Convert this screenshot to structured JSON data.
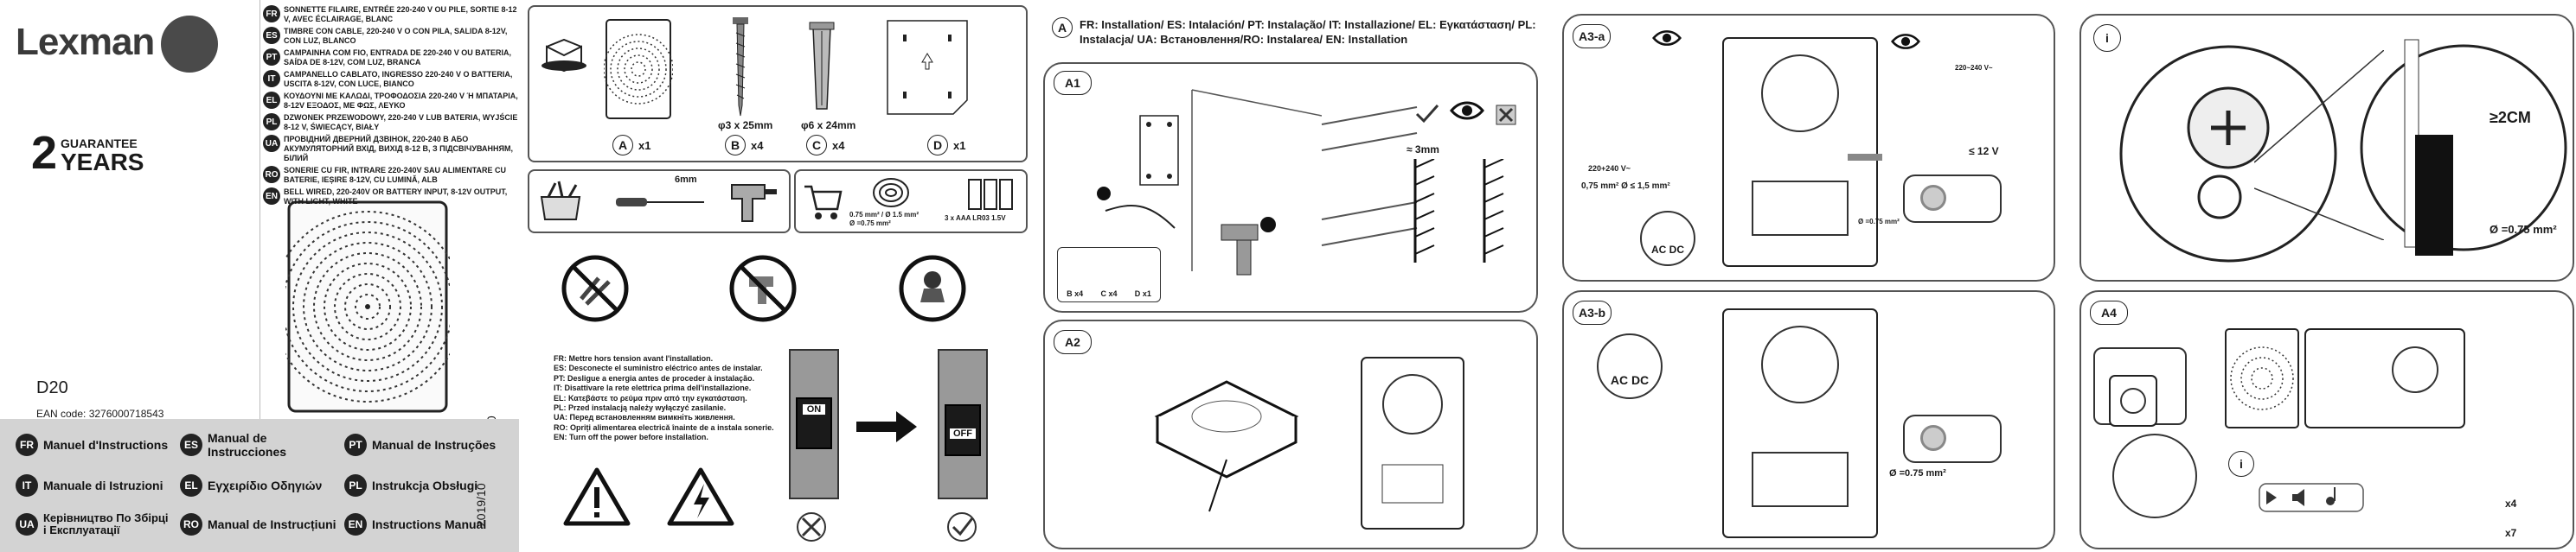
{
  "brand": {
    "logo": "Lexman",
    "guarantee_big": "2",
    "guarantee_word": "GUARANTEE",
    "guarantee_years": "YEARS",
    "tm": "™"
  },
  "product": {
    "model": "D20",
    "ean": "EAN code: 3276000718543",
    "date": "2019/10"
  },
  "descriptions": [
    {
      "code": "FR",
      "text": "SONNETTE FILAIRE, ENTRÉE 220-240 V OU PILE, SORTIE 8-12 V, AVEC ÉCLAIRAGE, BLANC"
    },
    {
      "code": "ES",
      "text": "TIMBRE CON CABLE, 220-240 V O CON PILA, SALIDA 8-12V, CON LUZ, BLANCO"
    },
    {
      "code": "PT",
      "text": "CAMPAINHA COM FIO, ENTRADA DE 220-240 V OU BATERIA, SAÍDA DE 8-12V, COM LUZ, BRANCA"
    },
    {
      "code": "IT",
      "text": "CAMPANELLO CABLATO, INGRESSO 220-240 V O BATTERIA, USCITA 8-12V, CON LUCE, BIANCO"
    },
    {
      "code": "EL",
      "text": "ΚΟΥΔΟΥΝΙ ΜΕ ΚΑΛΩΔΙ, ΤΡΟΦΟΔΟΣΙΑ 220-240 V Ή ΜΠΑΤΑΡΙΑ, 8-12V ΕΞΟΔΟΣ, ΜΕ ΦΩΣ, ΛΕΥΚΟ"
    },
    {
      "code": "PL",
      "text": "DZWONEK PRZEWODOWY, 220-240 V LUB BATERIA, WYJŚCIE 8-12 V, ŚWIECĄCY, BIAŁY"
    },
    {
      "code": "UA",
      "text": "ПРОВІДНИЙ ДВЕРНИЙ ДЗВІНОК, 220-240 В АБО АКУМУЛЯТОРНИЙ ВХІД, ВИХІД 8-12 В, З ПІДСВІЧУВАННЯМ, БІЛИЙ"
    },
    {
      "code": "RO",
      "text": "SONERIE CU FIR, INTRARE 220-240V SAU ALIMENTARE CU BATERIE, IEȘIRE 8-12V, CU LUMINĂ, ALB"
    },
    {
      "code": "EN",
      "text": "BELL WIRED, 220-240V OR BATTERY INPUT, 8-12V OUTPUT, WITH LIGHT, WHITE"
    }
  ],
  "manuals": [
    {
      "code": "FR",
      "label": "Manuel d'Instructions"
    },
    {
      "code": "ES",
      "label": "Manual de Instrucciones"
    },
    {
      "code": "PT",
      "label": "Manual de Instruções"
    },
    {
      "code": "IT",
      "label": "Manuale di Istruzioni"
    },
    {
      "code": "EL",
      "label": "Εγχειρίδιο Οδηγιών"
    },
    {
      "code": "PL",
      "label": "Instrukcja Obsługi"
    },
    {
      "code": "UA",
      "label": "Керівництво По Збірці і Експлуатації"
    },
    {
      "code": "RO",
      "label": "Manual de Instrucțiuni"
    },
    {
      "code": "EN",
      "label": "Instructions Manual"
    }
  ],
  "parts": [
    {
      "letter": "A",
      "qty": "x1"
    },
    {
      "letter": "B",
      "qty": "x4"
    },
    {
      "letter": "C",
      "qty": "x4"
    },
    {
      "letter": "D",
      "qty": "x1"
    }
  ],
  "part_dims": {
    "screw": "φ3 x 25mm",
    "plug": "φ6 x 24mm"
  },
  "tools": {
    "drill_bit": "6mm"
  },
  "extras": {
    "wire_spec1": "0.75 mm² / Ø 1.5 mm²",
    "wire_spec2": "Ø =0.75 mm²",
    "battery": "3 x AAA LR03 1.5V"
  },
  "safety": [
    "FR: Mettre hors tension avant l'installation.",
    "ES: Desconecte el suministro eléctrico antes de instalar.",
    "PT: Desligue a energia antes de proceder à instalação.",
    "IT: Disattivare la rete elettrica prima dell'installazione.",
    "EL: Κατεβάστε το ρεύμα πριν από την εγκατάσταση.",
    "PL: Przed instalacją należy wyłączyć zasilanie.",
    "UA: Перед встановленням вимкніть живлення.",
    "RO: Opriți alimentarea electrică înainte de a instala sonerie.",
    "EN: Turn off the power before installation."
  ],
  "switch": {
    "on": "ON",
    "off": "OFF"
  },
  "installation_title": "FR: Installation/ ES: Intalación/ PT: Instalação/ IT: Installazione/ EL: Εγκατάσταση/ PL: Instalacja/ UA: Встановлення/RO: Instalarea/ EN: Installation",
  "installation_letter": "A",
  "steps": {
    "a1": "A1",
    "a2": "A2",
    "a3a": "A3-a",
    "a3b": "A3-b",
    "a4": "A4",
    "info": "i"
  },
  "a1": {
    "dist": "≈ 3mm",
    "parts": [
      {
        "letter": "B",
        "qty": "x4"
      },
      {
        "letter": "C",
        "qty": "x4"
      },
      {
        "letter": "D",
        "qty": "x1"
      }
    ]
  },
  "a3a": {
    "mains": "220+240 V~",
    "wire": "0,75 mm² Ø ≤ 1,5 mm²",
    "voltage": "≤ 12 V",
    "trafo": "220~240 V~",
    "acdc": "AC DC",
    "wire2": "Ø =0.75 mm²"
  },
  "a3b": {
    "acdc": "AC DC",
    "wire": "Ø =0.75 mm²"
  },
  "info": {
    "strip": "≥2CM",
    "wire": "Ø =0.75 mm²"
  },
  "a4": {
    "x4": "x4",
    "x7": "x7"
  }
}
